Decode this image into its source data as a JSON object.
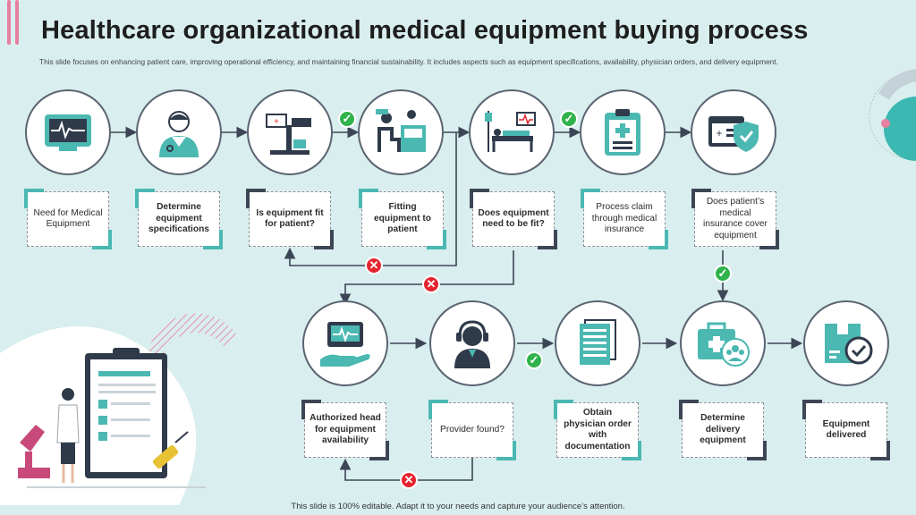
{
  "title": "Healthcare organizational medical equipment buying process",
  "subtitle": "This slide focuses on enhancing patient care, improving operational efficiency, and maintaining financial sustainability. It includes aspects such as equipment specifications, availability, physician orders, and delivery equipment.",
  "footer": "This slide is 100% editable. Adapt it to your needs and capture your audience’s attention.",
  "colors": {
    "teal": "#4bb8b2",
    "dark": "#3d4656",
    "pink": "#e77fa0",
    "background": "#d9eeee",
    "check": "#2fb34a",
    "cross": "#e4242f"
  },
  "steps_row1": [
    {
      "label": "Need for Medical Equipment",
      "icon": "monitor-icon"
    },
    {
      "label": "Determine equipment specifications",
      "icon": "doctor-icon"
    },
    {
      "label": "Is equipment fit for patient?",
      "icon": "lab-equipment-icon"
    },
    {
      "label": "Fitting equipment to patient",
      "icon": "consultation-icon"
    },
    {
      "label": "Does equipment need to be fit?",
      "icon": "hospital-bed-icon"
    },
    {
      "label": "Process claim through medical insurance",
      "icon": "clipboard-medical-icon"
    },
    {
      "label": "Does patient’s medical insurance cover equipment",
      "icon": "insurance-shield-icon"
    }
  ],
  "steps_row2": [
    {
      "label": "Authorized head for equipment availability",
      "icon": "hand-monitor-icon"
    },
    {
      "label": "Provider found?",
      "icon": "support-agent-icon"
    },
    {
      "label": "Obtain physician order with documentation",
      "icon": "documents-icon"
    },
    {
      "label": "Determine delivery equipment",
      "icon": "medical-kit-icon"
    },
    {
      "label": "Equipment delivered",
      "icon": "delivered-box-icon"
    }
  ],
  "badges": {
    "check": "✓",
    "cross": "✕"
  }
}
